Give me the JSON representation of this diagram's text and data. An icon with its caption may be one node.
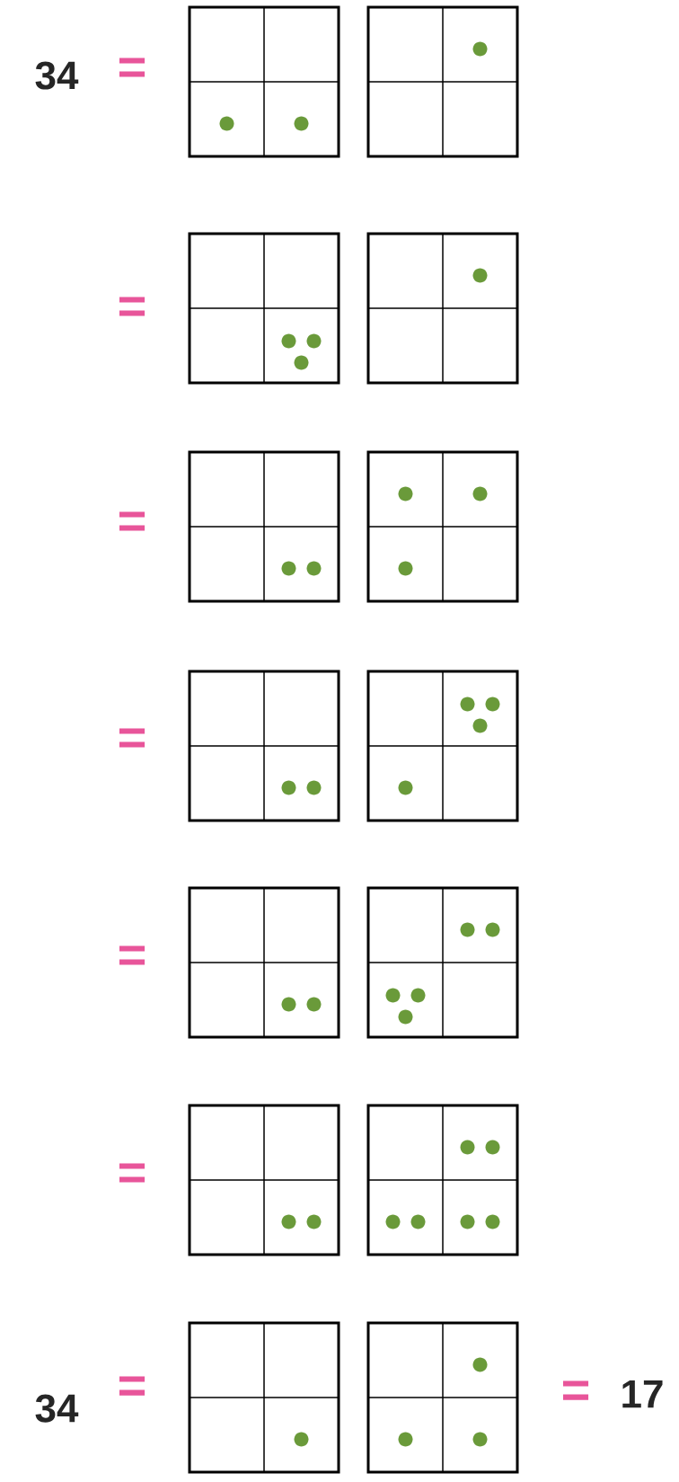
{
  "diagram": {
    "labels": [
      "34",
      "=",
      "=",
      "=",
      "=",
      "=",
      "=",
      "34",
      "=",
      "=",
      "17"
    ]
  }
}
